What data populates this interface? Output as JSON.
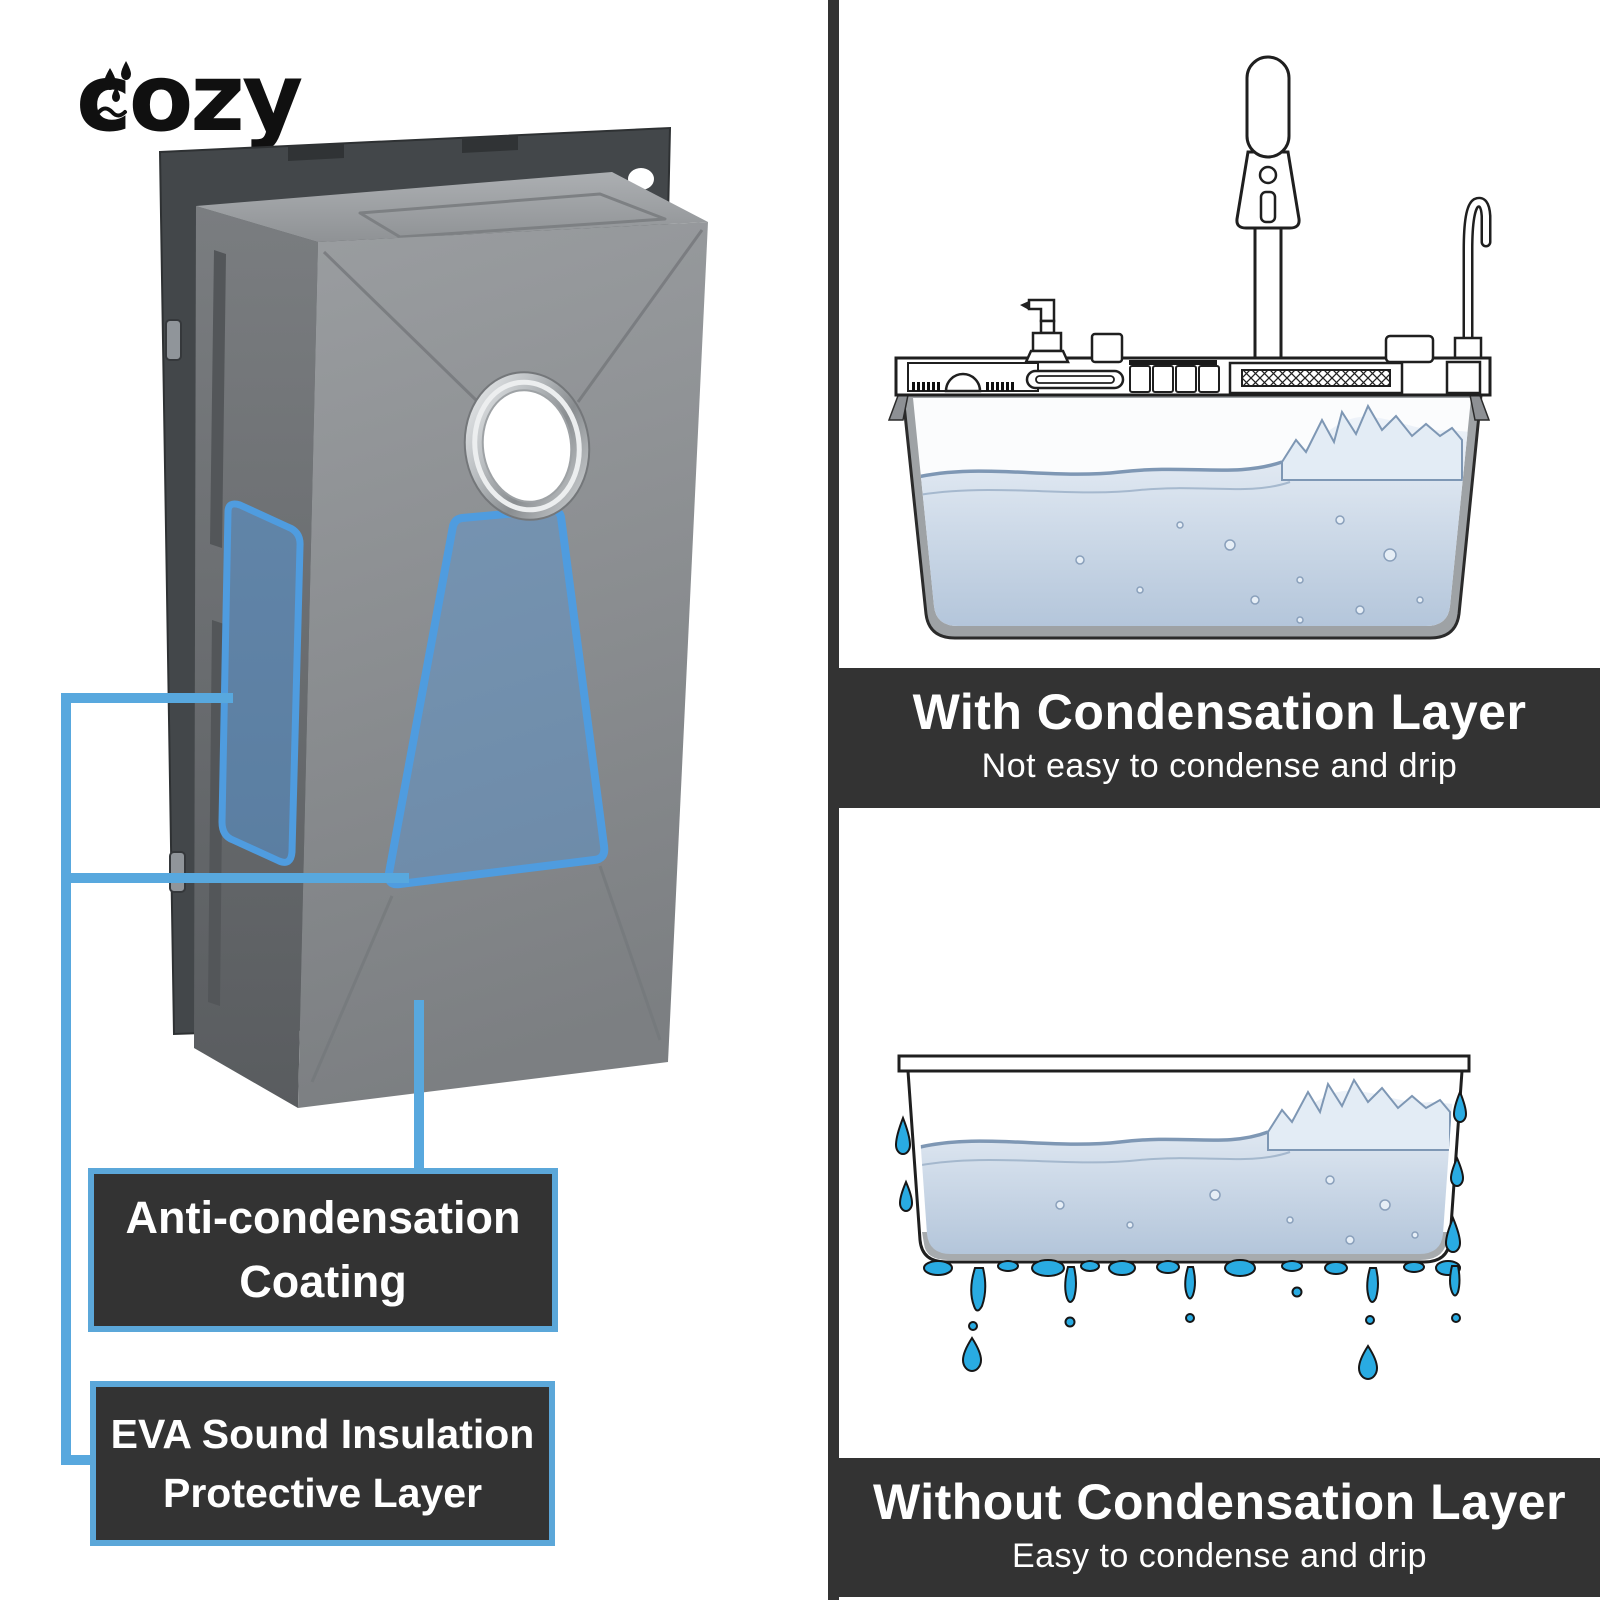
{
  "brand": {
    "logo_text": "cozy"
  },
  "colors": {
    "panel_dark": "#333333",
    "accent_blue": "#58a8de",
    "callout_border_blue": "#5ba7d9",
    "drip_blue": "#29abe2",
    "product_gray": "#8e9194",
    "plate_dark": "#43474a"
  },
  "callouts": {
    "coating": {
      "line1": "Anti-condensation",
      "line2": "Coating"
    },
    "eva": {
      "line1": "EVA Sound Insulation",
      "line2": "Protective Layer"
    }
  },
  "comparison": {
    "with": {
      "title": "With Condensation Layer",
      "subtitle": "Not easy to condense and drip"
    },
    "without": {
      "title": "Without Condensation Layer",
      "subtitle": "Easy to condense and drip"
    }
  }
}
